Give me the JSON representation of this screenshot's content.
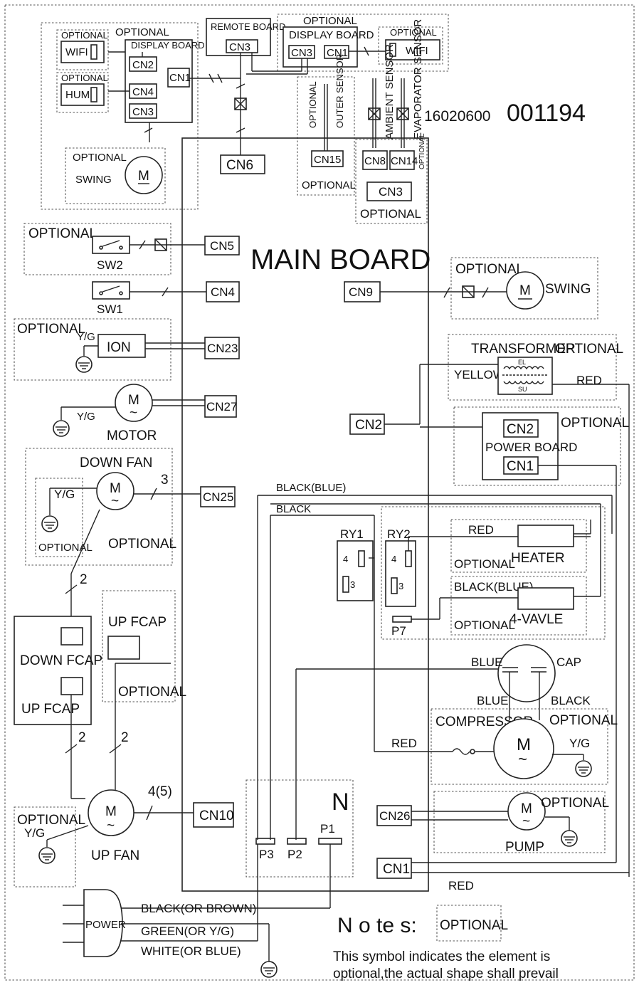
{
  "diagram": {
    "serial": "16020600",
    "serial_big": "001194",
    "main_board": "MAIN BOARD",
    "optional": "OPTIONAL",
    "cn": {
      "cn1": "CN1",
      "cn2": "CN2",
      "cn3": "CN3",
      "cn4": "CN4",
      "cn5": "CN5",
      "cn6": "CN6",
      "cn8": "CN8",
      "cn9": "CN9",
      "cn10": "CN10",
      "cn14": "CN14",
      "cn15": "CN15",
      "cn23": "CN23",
      "cn25": "CN25",
      "cn26": "CN26",
      "cn27": "CN27"
    },
    "labels": {
      "wifi": "WIFI",
      "hum": "HUM",
      "display_board": "DISPLAY BOARD",
      "remote_board": "REMOTE BOARD",
      "swing": "SWING",
      "m": "M",
      "ambient_sensor": "AMBIENT SENSOR",
      "evaporator_sensor": "EVAPORATOR SENSOR",
      "outer_sensor": "OUTER SENSOR",
      "sw1": "SW1",
      "sw2": "SW2",
      "ion": "ION",
      "yg": "Y/G",
      "motor": "MOTOR",
      "down_fan": "DOWN FAN",
      "up_fan": "UP FAN",
      "down_fcap": "DOWN  FCAP",
      "up_fcap": "UP  FCAP",
      "up_fcap2": "UP FCAP",
      "transformer": "TRANSFORMER",
      "yellow": "YELLOW",
      "red": "RED",
      "power_board": "POWER BOARD",
      "black_blue": "BLACK(BLUE)",
      "black": "BLACK",
      "ry1": "RY1",
      "ry2": "RY2",
      "heater": "HEATER",
      "four_valve": "4-VAVLE",
      "p7": "P7",
      "blue": "BLUE",
      "cap": "CAP",
      "compressor": "COMPRESSOR",
      "pump": "PUMP",
      "n": "N",
      "p1": "P1",
      "p2": "P2",
      "p3": "P3",
      "power": "POWER",
      "black_or_brown": "BLACK(OR BROWN)",
      "green_or_yg": "GREEN(OR Y/G)",
      "white_or_blue": "WHITE(OR BLUE)",
      "n3": "3",
      "n2": "2",
      "n45": "4(5)",
      "four": "4",
      "three": "3",
      "el": "EL",
      "su": "SU"
    },
    "notes": {
      "title": "N o te s:",
      "line1": "This symbol indicates the element is",
      "line2": "optional,the actual shape shall prevail"
    }
  }
}
